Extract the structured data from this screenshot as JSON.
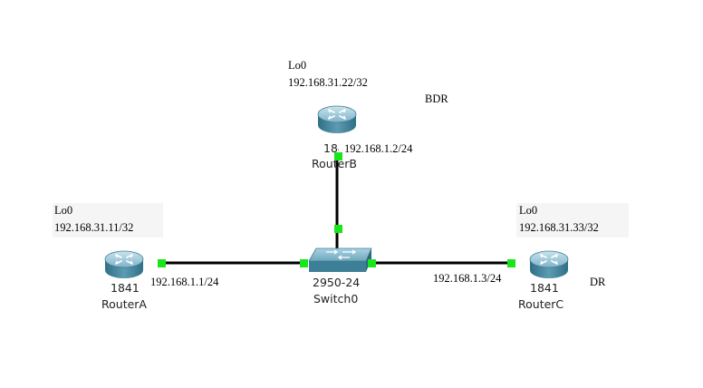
{
  "routers": {
    "a": {
      "model": "1841",
      "name": "RouterA",
      "loopback_name": "Lo0",
      "loopback_ip": "192.168.31.11/32",
      "interface_ip": "192.168.1.1/24"
    },
    "b": {
      "model": "1841",
      "name": "RouterB",
      "loopback_name": "Lo0",
      "loopback_ip": "192.168.31.22/32",
      "interface_ip": "192.168.1.2/24",
      "role": "BDR"
    },
    "c": {
      "model": "1841",
      "name": "RouterC",
      "loopback_name": "Lo0",
      "loopback_ip": "192.168.31.33/32",
      "interface_ip": "192.168.1.3/24",
      "role": "DR"
    }
  },
  "switch": {
    "model": "2950-24",
    "name": "Switch0"
  },
  "colors": {
    "link": "#000000",
    "port_up": "#19e619",
    "device": "#4a8ea6"
  },
  "icons": {
    "router": "router-icon",
    "switch": "switch-icon"
  }
}
